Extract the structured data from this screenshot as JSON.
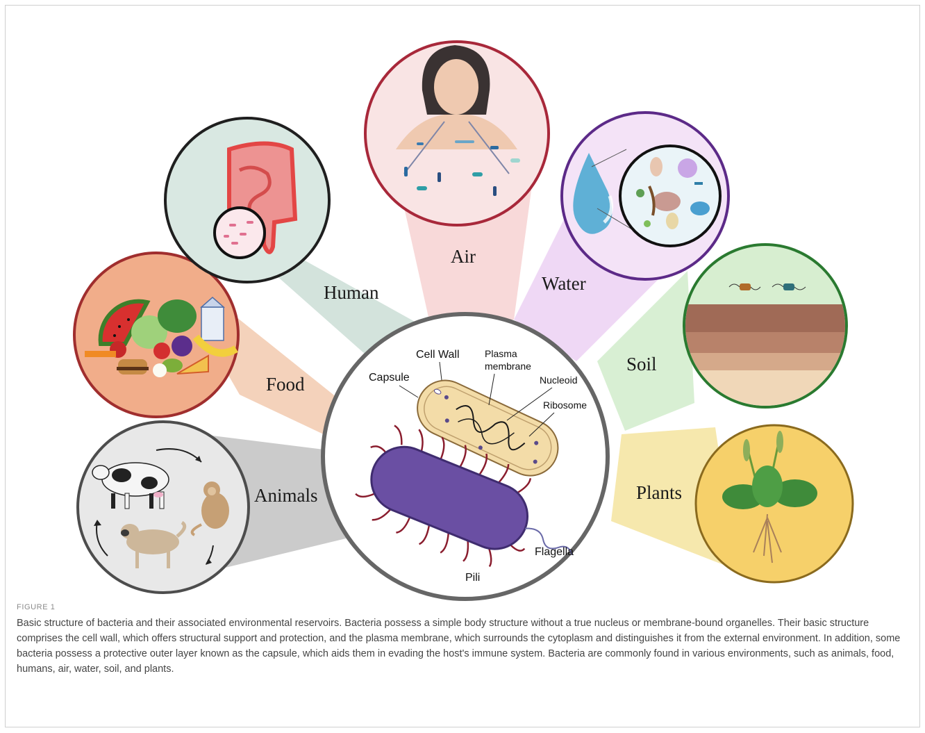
{
  "figure": {
    "label": "FIGURE 1",
    "caption": "Basic structure of bacteria and their associated environmental reservoirs. Bacteria possess a simple body structure without a true nucleus or membrane-bound organelles. Their basic structure comprises the cell wall, which offers structural support and protection, and the plasma membrane, which surrounds the cytoplasm and distinguishes it from the external environment. In addition, some bacteria possess a protective outer layer known as the capsule, which aids them in evading the host's immune system. Bacteria are commonly found in various environments, such as animals, food, humans, air, water, soil, and plants."
  },
  "environments": {
    "animals": "Animals",
    "food": "Food",
    "human": "Human",
    "air": "Air",
    "water": "Water",
    "soil": "Soil",
    "plants": "Plants"
  },
  "bacterium_parts": {
    "capsule": "Capsule",
    "cell_wall": "Cell Wall",
    "plasma_membrane_line1": "Plasma",
    "plasma_membrane_line2": "membrane",
    "nucleoid": "Nucleoid",
    "ribosome": "Ribosome",
    "flagella": "Flagella",
    "pili": "Pili"
  },
  "colors": {
    "animals": "#c9c9c9",
    "food": "#f4cdb3",
    "human": "#cfe0d8",
    "air": "#f8d5d5",
    "water": "#ecd3f3",
    "soil": "#d4edcf",
    "plants": "#f5e6a6",
    "cell_body": "#6a4fa3",
    "capsule_fill": "#f3dca8"
  }
}
